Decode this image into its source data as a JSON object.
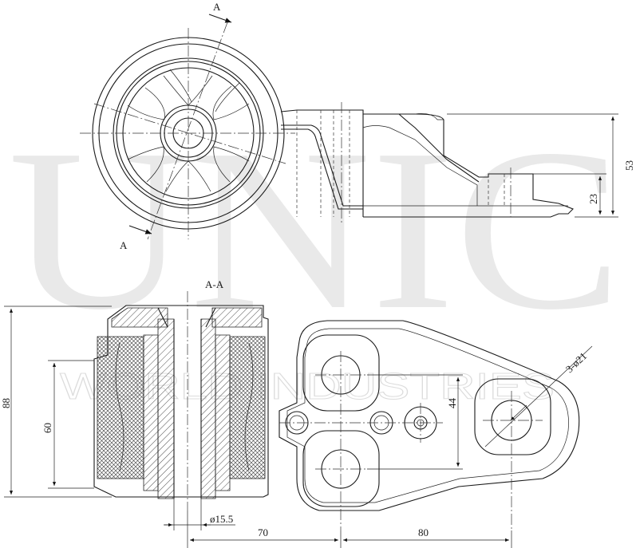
{
  "watermark": {
    "brand": "UNIC",
    "subtitle": "WORLD INDUSTRIES"
  },
  "section": {
    "label": "A-A",
    "cut_mark_top": "A",
    "cut_mark_bottom": "A"
  },
  "dimensions": {
    "overall_height": "88",
    "bore_height": "60",
    "bore_diameter": "ø15.5",
    "spacing_left": "70",
    "spacing_right": "80",
    "hole_spacing": "44",
    "holes": "3-ø21",
    "side_height": "53",
    "side_step": "23"
  }
}
